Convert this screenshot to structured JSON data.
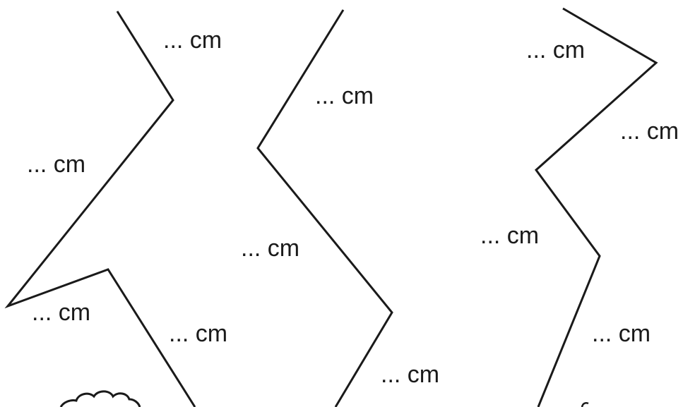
{
  "line_color": "#1a1a1a",
  "labels": {
    "shape1_top": "... cm",
    "shape1_left": "... cm",
    "shape1_bottom_left": "... cm",
    "shape1_bottom_right": "... cm",
    "shape2_top": "... cm",
    "shape2_middle": "... cm",
    "shape2_bottom": "... cm",
    "shape3_top": "... cm",
    "shape3_upper_right": "... cm",
    "shape3_middle": "... cm",
    "shape3_bottom": "... cm"
  }
}
